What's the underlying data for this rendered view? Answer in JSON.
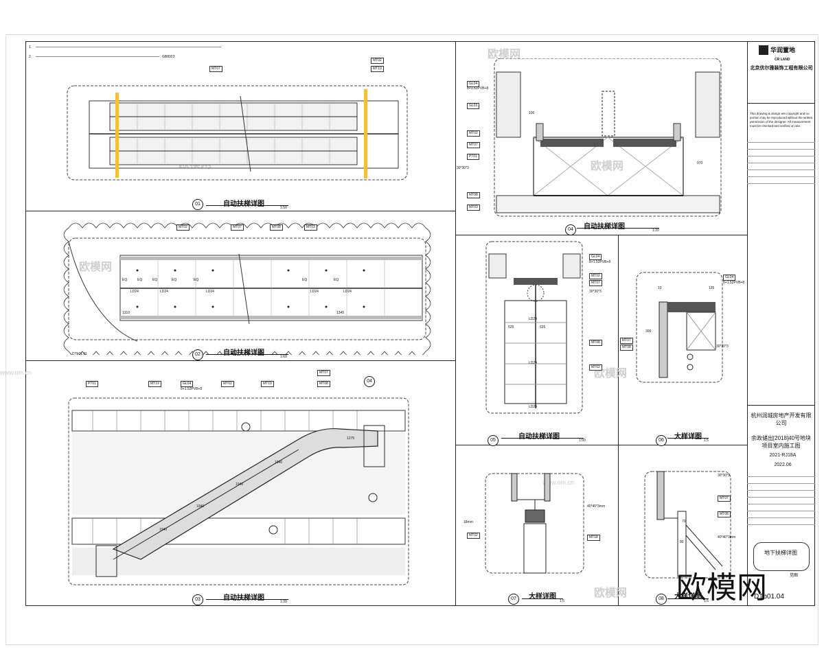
{
  "notes": {
    "line1": "1.",
    "line2": "2.",
    "gb_ref": "GB8923"
  },
  "views": [
    {
      "num": "01",
      "title": "自动扶梯详图",
      "scale": "1:50"
    },
    {
      "num": "02",
      "title": "自动扶梯详图",
      "scale": "1:60"
    },
    {
      "num": "03",
      "title": "自动扶梯详图",
      "scale": "1:30"
    },
    {
      "num": "04",
      "title": "自动扶梯详图",
      "scale": "1:20"
    },
    {
      "num": "05",
      "title": "自动扶梯详图",
      "scale": "1:50"
    },
    {
      "num": "06",
      "title": "大样详图",
      "scale": "1:5"
    },
    {
      "num": "07",
      "title": "大样详图",
      "scale": "1:5"
    },
    {
      "num": "08",
      "title": "大样详图",
      "scale": "1:5"
    }
  ],
  "tags": {
    "mt07": "MT07",
    "mt02": "MT02",
    "mt19": "MT19",
    "mt08": "MT08",
    "mt03": "MT03",
    "mt18": "MT18",
    "mt01": "MT01",
    "pt": "PT01",
    "gl04": "GL04",
    "gl03": "GL03",
    "glass_spec": "8+1.52PVB+8",
    "steel_30": "30*30*3",
    "steel_40": "40*40*3mm",
    "ld24": "LD24",
    "eq": "EQ",
    "dim_1310": "1310",
    "dim_1345": "1345",
    "dim_1940": "1940",
    "dim_1275": "1275",
    "dim_100": "100",
    "dim_970": "970",
    "dim_135": "135",
    "dim_300": "300",
    "dim_18mm": "18mm",
    "ref_sheet": "DTb01.01",
    "dim_10": "10",
    "dim_80": "80",
    "dim_70": "70",
    "dim_525": "525"
  },
  "title_block": {
    "company_brand": "华润置地",
    "company_brand_en": "CR LAND",
    "designer": "北京优尔雅装饰工程有限公司",
    "copyright": "This drawing & design are copyright and no portion may be reproduced without the written permission of the designer. All measurement must be checked and verified on site.",
    "client": "杭州润城房地产开发有限公司",
    "project": "余政储出[2018]40号地块项目室内施工图",
    "project_no": "2021-RJ18A",
    "date": "2022.06",
    "drawing_name": "地下扶梯详图",
    "scale_label": "见图",
    "sheet_no": "DTb01.04",
    "logo_big": "欧模网"
  },
  "watermark": "www.om.cn",
  "watermark_cn": "欧模网"
}
